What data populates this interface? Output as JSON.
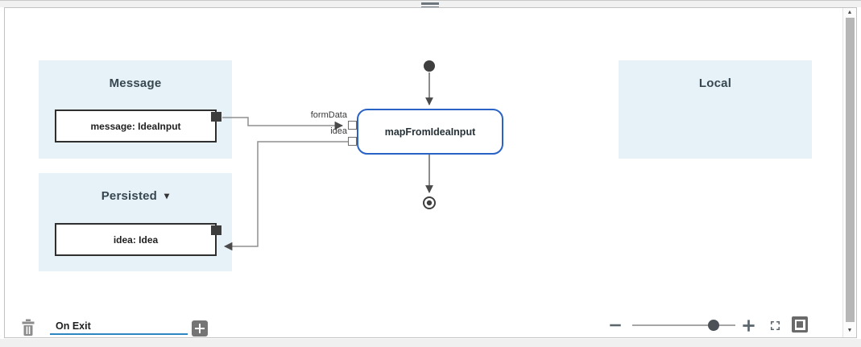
{
  "diagram": {
    "panels": [
      {
        "id": "message",
        "title": "Message"
      },
      {
        "id": "persisted",
        "title": "Persisted",
        "dropdown": true
      },
      {
        "id": "local",
        "title": "Local"
      }
    ],
    "variables": [
      {
        "label": "message: IdeaInput",
        "panel": "Message"
      },
      {
        "label": "idea: Idea",
        "panel": "Persisted"
      }
    ],
    "node": {
      "label": "mapFromIdeaInput"
    },
    "ports": [
      {
        "label": "formData"
      },
      {
        "label": "idea"
      }
    ]
  },
  "footer": {
    "event_name": "On Exit"
  },
  "icons": {
    "caret_down": "▾",
    "scroll_up": "▲",
    "scroll_down": "▼"
  },
  "colors": {
    "panel_bg": "#e7f1f8",
    "node_border": "#2a63c6",
    "input_underline": "#2e86c1",
    "control_gray": "#5c666d",
    "button_gray": "#757575"
  }
}
